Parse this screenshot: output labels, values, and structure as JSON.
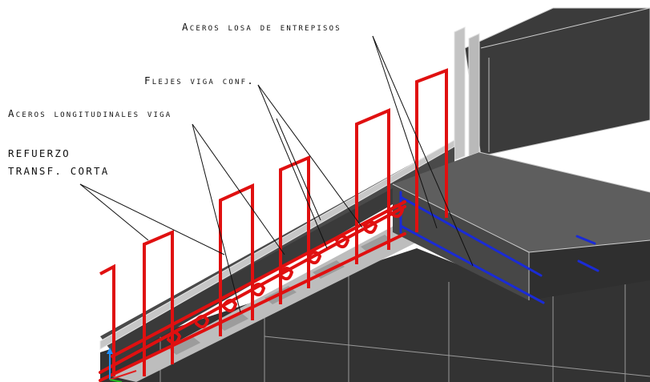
{
  "labels": {
    "aceros_losa": "Aceros losa de entrepisos",
    "flejes": "Flejes viga conf.",
    "aceros_longitudinales": "Aceros longitudinales viga",
    "refuerzo_line1": "REFUERZO",
    "refuerzo_line2": "TRANSF. CORTA"
  },
  "colors": {
    "rebar_red": "#e01010",
    "rebar_blue": "#1a2bd6",
    "concrete_dark": "#3a3a3a",
    "concrete_mid": "#5a5a5a",
    "concrete_light": "#bdbdbd",
    "outline": "#d8d8d8"
  }
}
